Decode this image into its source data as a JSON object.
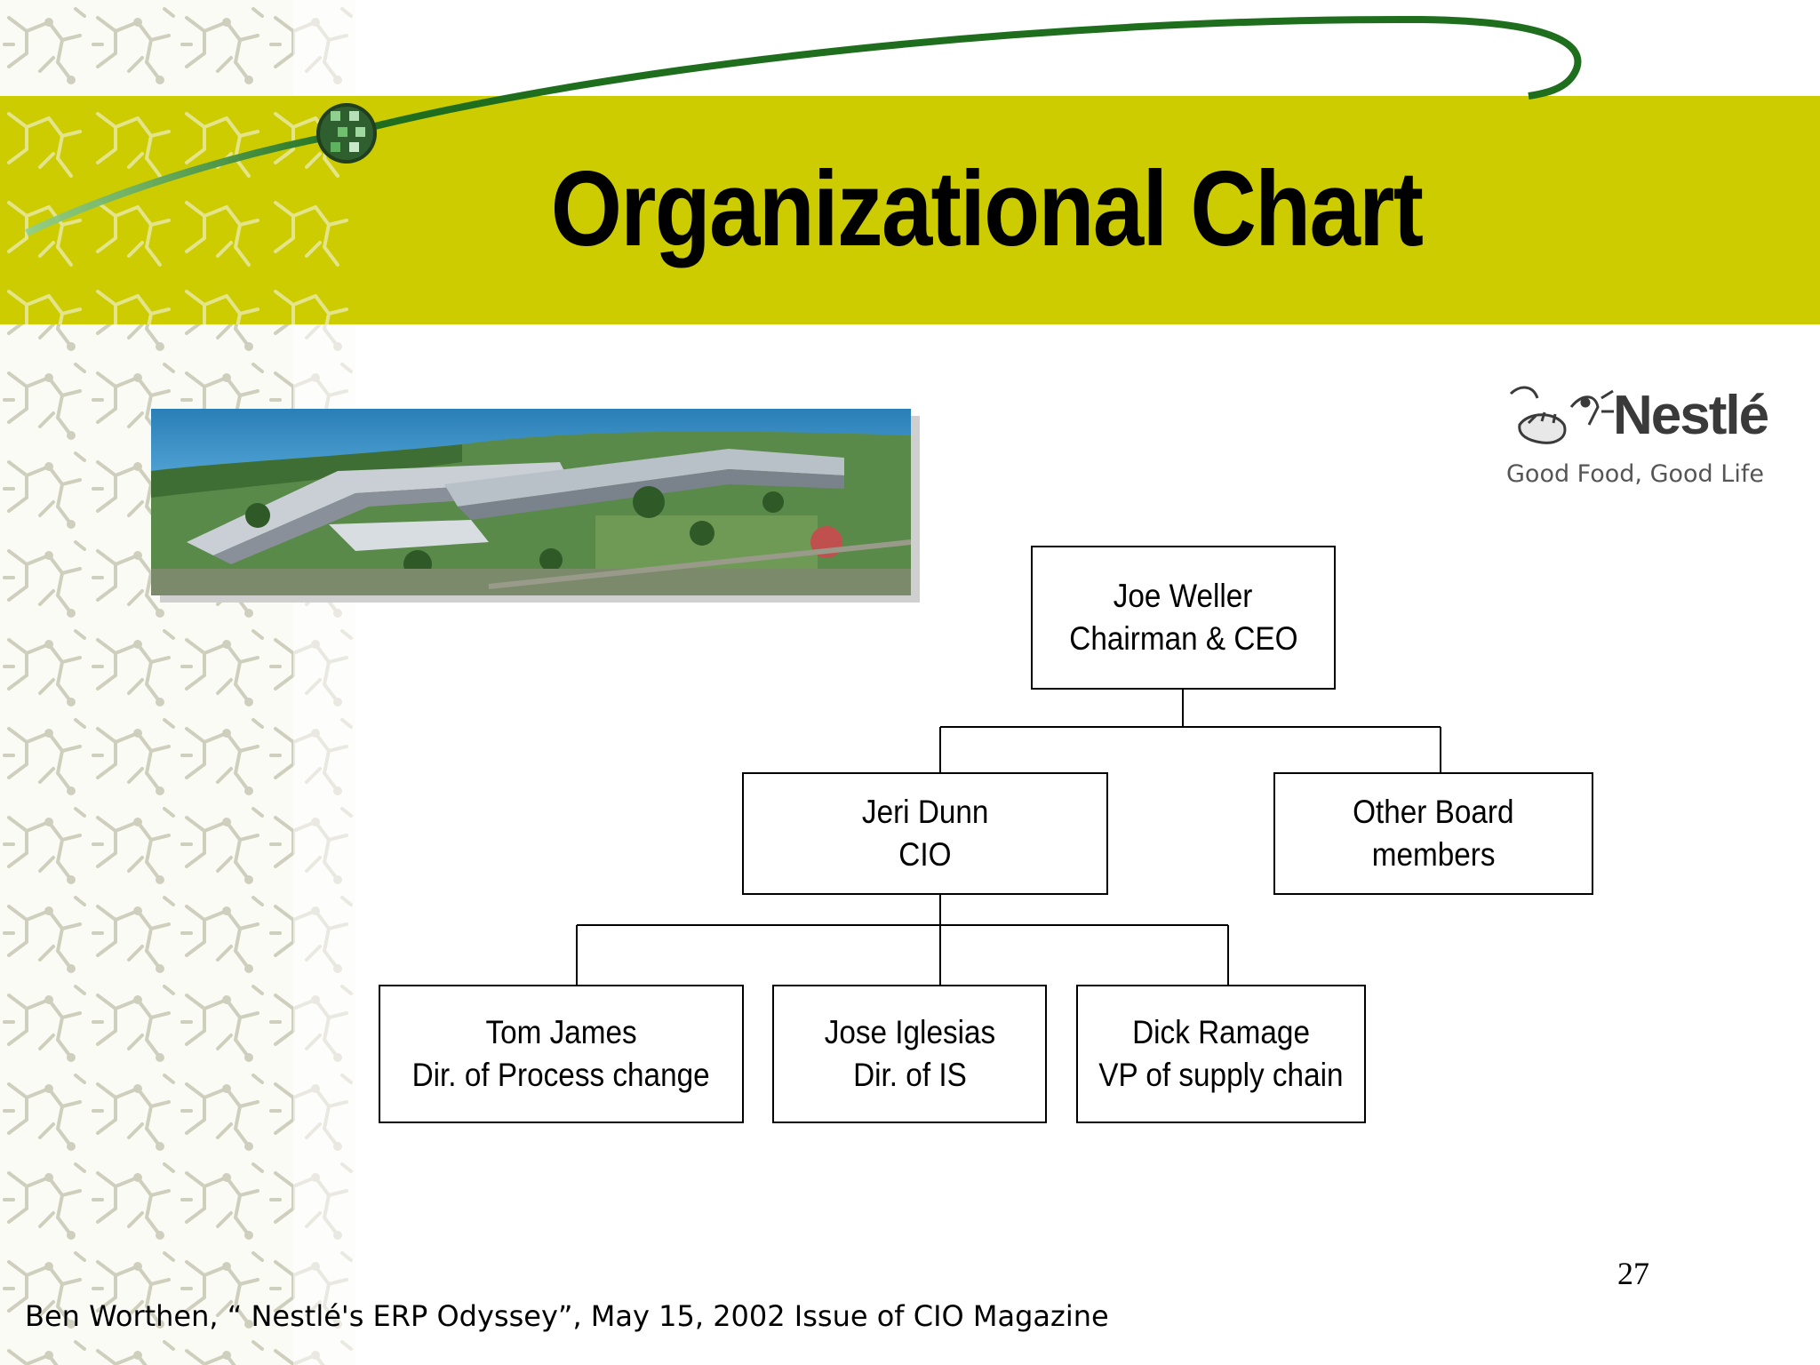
{
  "slide": {
    "title": "Organizational Chart",
    "page_number": "27",
    "citation": "Ben Worthen, “ Nestlé's ERP Odyssey”, May 15, 2002 Issue of CIO Magazine"
  },
  "logo": {
    "brand": "Nestlé",
    "tagline": "Good Food, Good Life"
  },
  "org_chart": {
    "ceo": {
      "name": "Joe Weller",
      "title": "Chairman & CEO"
    },
    "cio": {
      "name": "Jeri Dunn",
      "title": "CIO"
    },
    "board": {
      "line1": "Other Board",
      "line2": "members"
    },
    "reports": [
      {
        "name": "Tom James",
        "title": "Dir. of Process change"
      },
      {
        "name": "Jose Iglesias",
        "title": "Dir. of IS"
      },
      {
        "name": "Dick Ramage",
        "title": "VP of supply chain"
      }
    ]
  },
  "colors": {
    "band": "#cccc00",
    "swoosh": "#1e6e1e",
    "pattern": "#d8d8c8"
  }
}
